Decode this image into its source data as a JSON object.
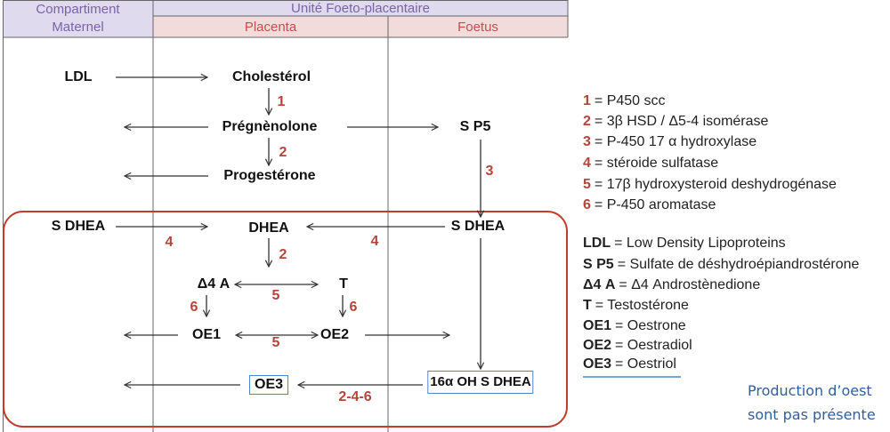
{
  "header": {
    "maternal_line1": "Compartiment",
    "maternal_line2": "Maternel",
    "unit": "Unité Foeto-placentaire",
    "placenta": "Placenta",
    "foetus": "Foetus"
  },
  "pathway": {
    "ldl": "LDL",
    "cholesterol": "Cholestérol",
    "pregnenolone": "Prégnènolone",
    "sp5": "S P5",
    "progesterone": "Progestérone",
    "sdhea_maternal": "S DHEA",
    "dhea": "DHEA",
    "sdhea_foetal": "S DHEA",
    "d4a": "Δ4 A",
    "t": "T",
    "oe1": "OE1",
    "oe2": "OE2",
    "oe3": "OE3",
    "oh_sdhea": "16α OH S DHEA"
  },
  "enzyme_steps": {
    "cholesterol_to_pregnenolone": "1",
    "pregnenolone_to_progesterone": "2",
    "sp5_to_sdhea": "3",
    "sdhea_maternal_to_dhea": "4",
    "sdhea_foetal_to_dhea": "4",
    "dhea_to_d4a": "2",
    "d4a_to_t": "5",
    "d4a_to_oe1": "6",
    "t_to_oe2": "6",
    "oe1_to_oe2": "5",
    "oh_sdhea_to_oe3": "2-4-6"
  },
  "legend": {
    "enzymes": [
      {
        "key": "1",
        "text": "= P450 scc"
      },
      {
        "key": "2",
        "text": "= 3β HSD / Δ5-4 isomérase"
      },
      {
        "key": "3",
        "text": "= P-450 17 α hydroxylase"
      },
      {
        "key": "4",
        "text": "= stéroide sulfatase"
      },
      {
        "key": "5",
        "text": "= 17β hydroxysteroid deshydrogénase"
      },
      {
        "key": "6",
        "text": "= P-450 aromatase"
      }
    ],
    "abbreviations": [
      {
        "key": "LDL",
        "text": "= Low Density Lipoproteins"
      },
      {
        "key": "S P5",
        "text": "= Sulfate de déshydroépiandrostérone"
      },
      {
        "key": "Δ4 A",
        "text": "= Δ4 Androstènedione"
      },
      {
        "key": "T",
        "text": "= Testostérone"
      },
      {
        "key": "OE1",
        "text": "= Oestrone"
      },
      {
        "key": "OE2",
        "text": "= Oestradiol"
      },
      {
        "key": "OE3",
        "text": "= Oestriol"
      }
    ]
  },
  "note": {
    "line1": "Production d’oest",
    "line2": "sont pas présente"
  },
  "colors": {
    "enzyme_red": "#b5443a",
    "highlight_box": "#c23b2e",
    "header_lavender": "#dfdaee",
    "header_pink": "#f2dcdb",
    "header_purple_text": "#7a64a6",
    "header_red_text": "#c0504d",
    "boxed_node_blue": "#4a86c8",
    "note_blue": "#2f5f9e"
  }
}
